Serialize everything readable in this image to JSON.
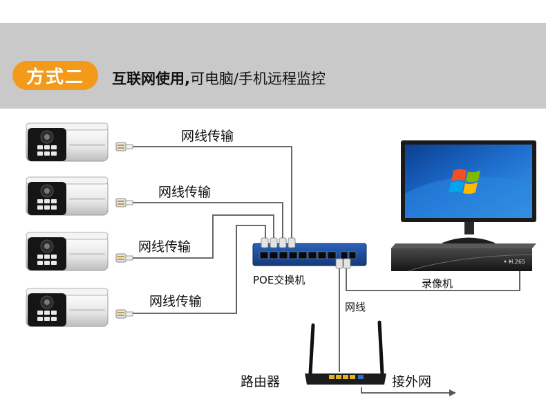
{
  "header": {
    "badge": "方式二",
    "title_bold": "互联网使用,",
    "title_rest": "可电脑/手机远程监控"
  },
  "cables": [
    {
      "label": "网线传输"
    },
    {
      "label": "网线传输"
    },
    {
      "label": "网线传输"
    },
    {
      "label": "网线传输"
    }
  ],
  "switch": {
    "label": "POE交换机"
  },
  "nvr": {
    "label": "录像机",
    "badge": "H.265"
  },
  "network_cable": {
    "label": "网线"
  },
  "router": {
    "label": "路由器"
  },
  "external": {
    "label": "接外网"
  },
  "colors": {
    "badge": "#f39a1b",
    "header_band": "#c9c9c9",
    "switch_body": "#1e4fa0",
    "screen_blue": "#1f6fd0"
  }
}
